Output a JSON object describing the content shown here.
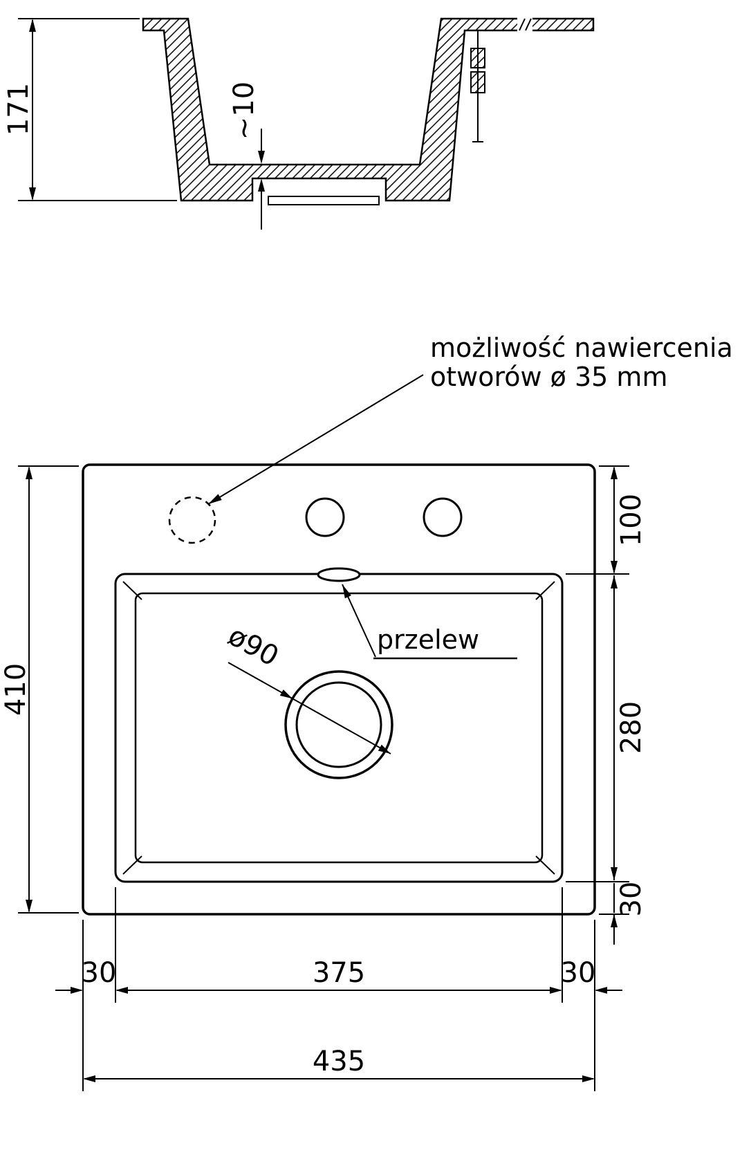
{
  "drawing": {
    "section": {
      "depth": "171",
      "bottom_thickness": "~10"
    },
    "plan": {
      "callout_line1": "możliwość nawiercenia",
      "callout_line2": "otworów ø 35 mm",
      "overflow": "przelew",
      "drain_diameter": "ø90",
      "overall_height": "410",
      "top_offset": "100",
      "bowl_length": "280",
      "bottom_margin": "30",
      "left_margin": "30",
      "bowl_width": "375",
      "right_margin": "30",
      "overall_width": "435"
    },
    "colors": {
      "line": "#000000",
      "background": "#ffffff"
    }
  }
}
